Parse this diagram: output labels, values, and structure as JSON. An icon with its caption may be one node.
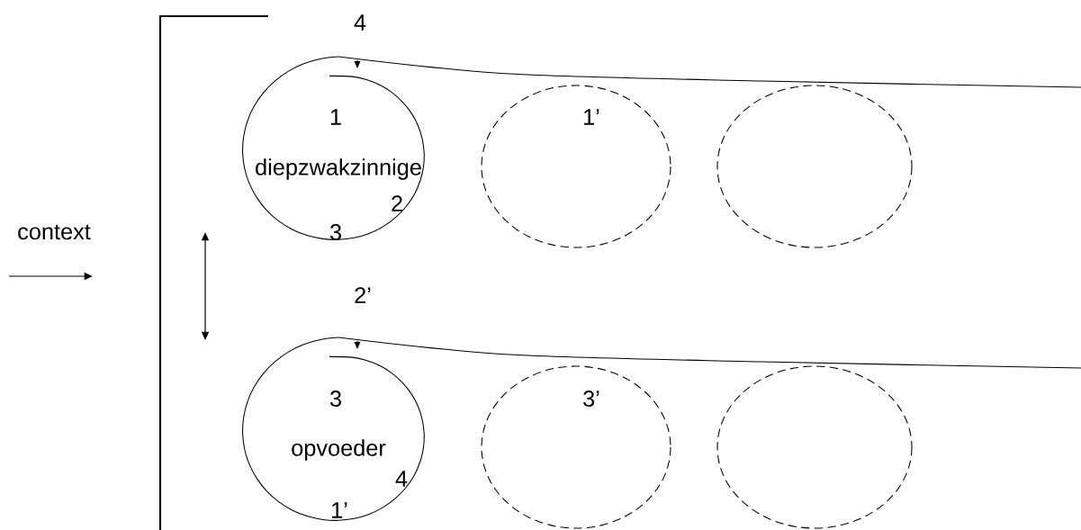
{
  "diagram": {
    "nodes": [
      {
        "text": [
          "diepzwakzinnige"
        ]
      },
      {
        "text": [],
        "shape": "circle"
      },
      {
        "text": [],
        "shape": "circle"
      },
      {
        "text": [
          "opvoeder"
        ]
      },
      {
        "text": [],
        "shape": "circle"
      },
      {
        "text": [],
        "shape": "circle"
      }
    ],
    "labels": [
      "4",
      "1",
      "1’",
      "2",
      "context",
      "3",
      "2’",
      "3",
      "3’",
      "4",
      "1’"
    ]
  }
}
